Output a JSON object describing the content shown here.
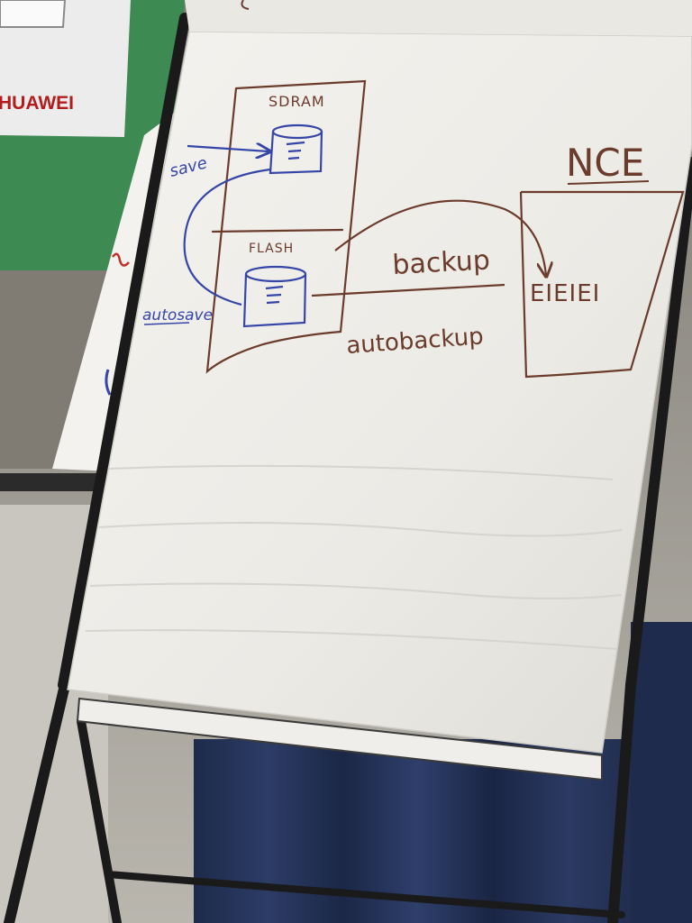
{
  "projector_screen": {
    "logo_text": "HUAWEI"
  },
  "whiteboard": {
    "labels": {
      "sdram": "SDRAM",
      "flash": "FLASH",
      "nce": "NCE",
      "save": "save",
      "autosave": "autosave",
      "backup": "backup",
      "autobackup": "autobackup",
      "devices": "EIEIEI"
    },
    "colors": {
      "blue_marker": "#3646a8",
      "brown_marker": "#6b3b2b",
      "paper": "#f1f0ec"
    }
  }
}
